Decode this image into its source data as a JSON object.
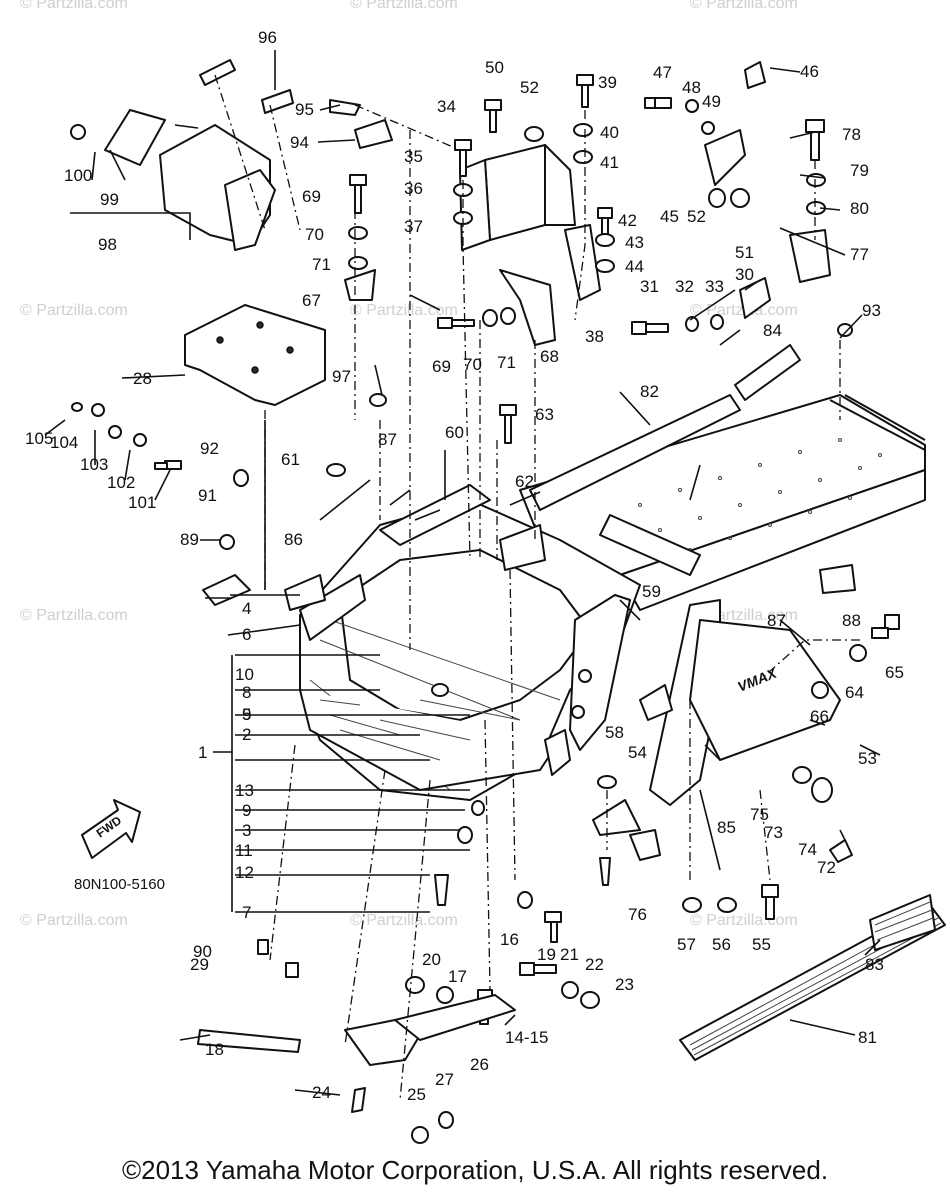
{
  "diagram": {
    "code": "80N100-5160",
    "fwd_label": "FWD",
    "decal_text": "VMAX",
    "copyright": "©2013 Yamaha Motor Corporation, U.S.A. All rights reserved.",
    "watermark": "© Partzilla.com",
    "callouts": [
      "1",
      "2",
      "3",
      "4",
      "5",
      "6",
      "7",
      "8",
      "9",
      "9",
      "10",
      "11",
      "12",
      "13",
      "14-15",
      "16",
      "17",
      "18",
      "19",
      "20",
      "21",
      "22",
      "23",
      "24",
      "25",
      "26",
      "27",
      "28",
      "29",
      "30",
      "31",
      "32",
      "33",
      "34",
      "35",
      "36",
      "37",
      "38",
      "39",
      "40",
      "41",
      "42",
      "43",
      "44",
      "45",
      "46",
      "47",
      "48",
      "49",
      "50",
      "51",
      "52",
      "52",
      "53",
      "54",
      "55",
      "56",
      "57",
      "58",
      "59",
      "60",
      "61",
      "62",
      "63",
      "64",
      "65",
      "66",
      "67",
      "68",
      "69",
      "69",
      "70",
      "70",
      "71",
      "71",
      "72",
      "73",
      "74",
      "75",
      "76",
      "77",
      "78",
      "79",
      "80",
      "81",
      "82",
      "83",
      "84",
      "85",
      "86",
      "87",
      "87",
      "88",
      "89",
      "90",
      "91",
      "92",
      "93",
      "94",
      "95",
      "96",
      "97",
      "98",
      "99",
      "100",
      "101",
      "102",
      "103",
      "104",
      "105"
    ]
  }
}
